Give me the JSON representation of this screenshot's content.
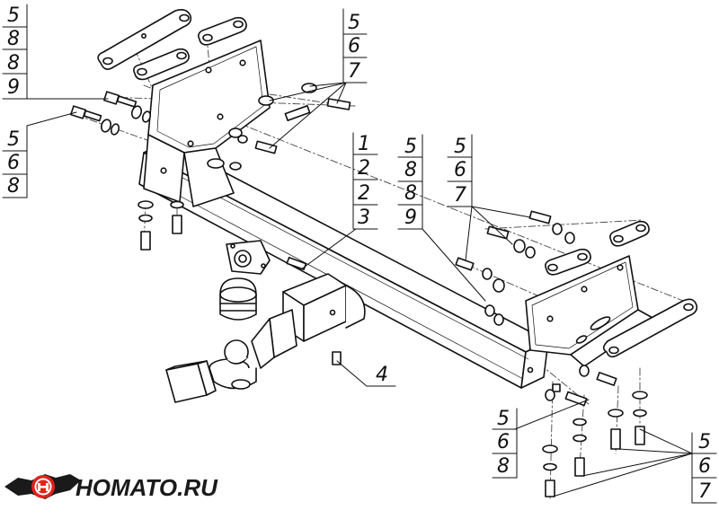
{
  "callouts": {
    "top_left": [
      "5",
      "8",
      "8",
      "9"
    ],
    "mid_left": [
      "5",
      "6",
      "8"
    ],
    "top_right": [
      "5",
      "6",
      "7"
    ],
    "center": [
      "1",
      "2",
      "2",
      "3"
    ],
    "center_right_a": [
      "5",
      "8",
      "8",
      "9"
    ],
    "center_right_b": [
      "5",
      "6",
      "7"
    ],
    "ball_bolt": "4",
    "bottom_mid": [
      "5",
      "6",
      "8"
    ],
    "bottom_right": [
      "5",
      "6",
      "7"
    ]
  },
  "logo": {
    "text": "HOMATO.RU",
    "colors": {
      "primary": "#e2231a",
      "dark": "#1a1a1a"
    }
  },
  "colors": {
    "line": "#111111",
    "dash": "#444444"
  }
}
